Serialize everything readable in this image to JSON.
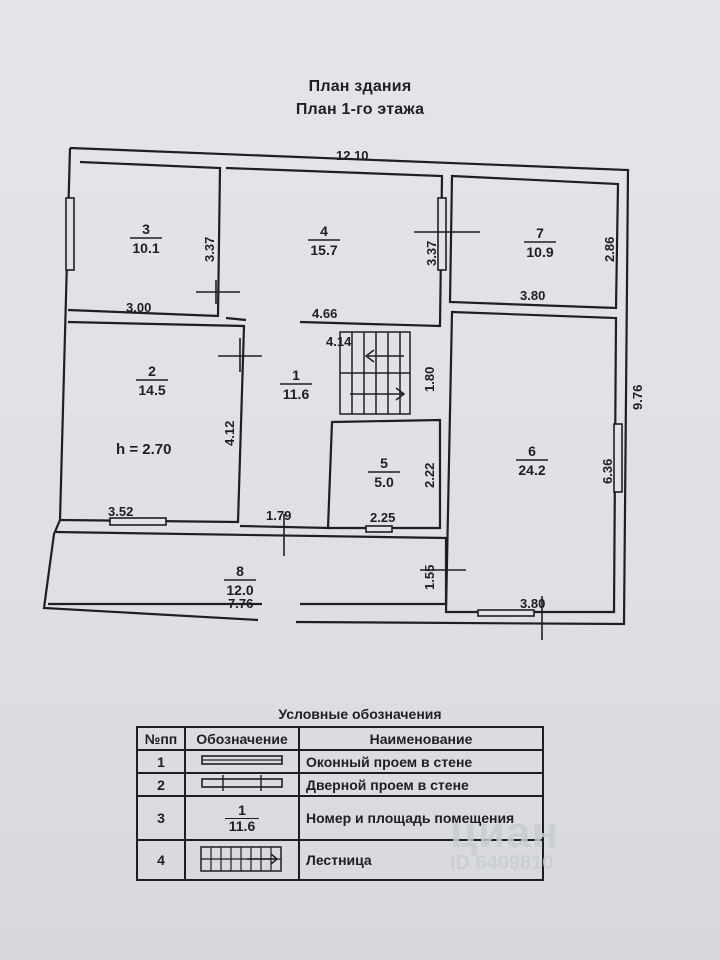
{
  "header": {
    "title": "План здания",
    "subtitle": "План 1-го этажа"
  },
  "dimensions": {
    "total_width": "12.10",
    "total_depth": "9.76",
    "room3_w": "3.00",
    "room3_h": "3.37",
    "room4_w": "4.66",
    "room4_h": "3.37",
    "room7_w": "3.80",
    "room7_h": "2.86",
    "stair_w": "4.14",
    "stair_h": "1.80",
    "room2_w": "3.52",
    "room2_h": "4.12",
    "hall_w": "1.79",
    "room5_w": "2.25",
    "room5_h": "2.22",
    "room6_w": "3.80",
    "room6_h": "6.36",
    "room8_w": "7.76",
    "room8_h": "1.55",
    "height": "h = 2.70"
  },
  "rooms": [
    {
      "num": "3",
      "area": "10.1"
    },
    {
      "num": "4",
      "area": "15.7"
    },
    {
      "num": "7",
      "area": "10.9"
    },
    {
      "num": "2",
      "area": "14.5"
    },
    {
      "num": "1",
      "area": "11.6"
    },
    {
      "num": "5",
      "area": "5.0"
    },
    {
      "num": "6",
      "area": "24.2"
    },
    {
      "num": "8",
      "area": "12.0"
    }
  ],
  "legend": {
    "title": "Условные обозначения",
    "headers": [
      "№пп",
      "Обозначение",
      "Наименование"
    ],
    "rows": [
      {
        "num": "1",
        "symbol": "window-symbol",
        "name": "Оконный проем в стене"
      },
      {
        "num": "2",
        "symbol": "door-symbol",
        "name": "Дверной проем в стене"
      },
      {
        "num": "3",
        "symbol": "room-number-symbol",
        "name": "Номер и площадь помещения",
        "sym_num": "1",
        "sym_area": "11.6"
      },
      {
        "num": "4",
        "symbol": "stair-symbol",
        "name": "Лестница"
      }
    ]
  },
  "watermark": {
    "logo": "циан",
    "id": "ID 6409810"
  },
  "colors": {
    "ink": "#1d1f24",
    "paper": "#e2e3e6",
    "watermark": "#c9ccd1"
  }
}
